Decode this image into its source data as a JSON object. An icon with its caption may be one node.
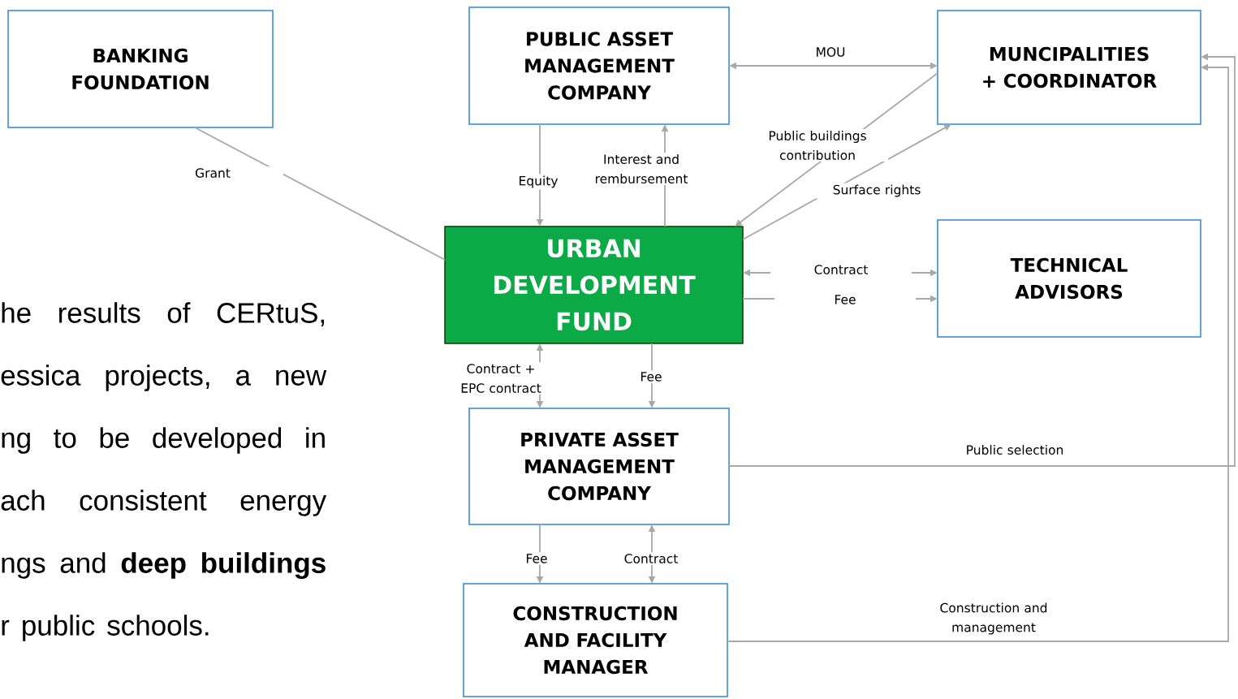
{
  "diagram": {
    "nodes": [
      {
        "text": [
          "BANKING FOUNDATION"
        ]
      },
      {
        "text": [
          "PUBLIC ASSET MANAGEMENT COMPANY"
        ]
      },
      {
        "text": [
          "MUNCIPALITIES + COORDINATOR"
        ]
      },
      {
        "text": [
          "URBAN DEVELOPMENT FUND"
        ]
      },
      {
        "text": [
          "TECHNICAL ADVISORS"
        ]
      },
      {
        "text": [
          "PRIVATE ASSET MANAGEMENT COMPANY"
        ]
      },
      {
        "text": [
          "CONSTRUCTION AND FACILITY MANAGER"
        ]
      }
    ],
    "edges": [
      {
        "from": 0,
        "to": 3,
        "arrow": "none",
        "label": "Grant"
      },
      {
        "from": 1,
        "to": 2,
        "arrow": "both",
        "label": "MOU"
      },
      {
        "from": 1,
        "to": 3,
        "arrow": "to",
        "label": "Equity"
      },
      {
        "from": 3,
        "to": 1,
        "arrow": "to",
        "label": "Interest and rembursement"
      },
      {
        "from": 2,
        "to": 3,
        "arrow": "to",
        "label": "Public buildings contribution"
      },
      {
        "from": 3,
        "to": 2,
        "arrow": "to",
        "label": "Surface rights"
      },
      {
        "from": 3,
        "to": 4,
        "arrow": "both",
        "label": "Contract"
      },
      {
        "from": 3,
        "to": 4,
        "arrow": "to",
        "label": "Fee"
      },
      {
        "from": 5,
        "to": 3,
        "arrow": "both",
        "label": "Contract + EPC contract"
      },
      {
        "from": 3,
        "to": 5,
        "arrow": "to",
        "label": "Fee"
      },
      {
        "from": 5,
        "to": 6,
        "arrow": "to",
        "label": "Fee"
      },
      {
        "from": 6,
        "to": 5,
        "arrow": "both",
        "label": "Contract"
      },
      {
        "from": 5,
        "to": 2,
        "arrow": "to",
        "label": "Public selection"
      },
      {
        "from": 6,
        "to": 2,
        "arrow": "to",
        "label": "Construction and management"
      }
    ],
    "labels": [
      "he results of CERtuS, essica projects, a new ng to be developed in ach consistent energy ngs and **deep buildings** r public schools."
    ]
  }
}
